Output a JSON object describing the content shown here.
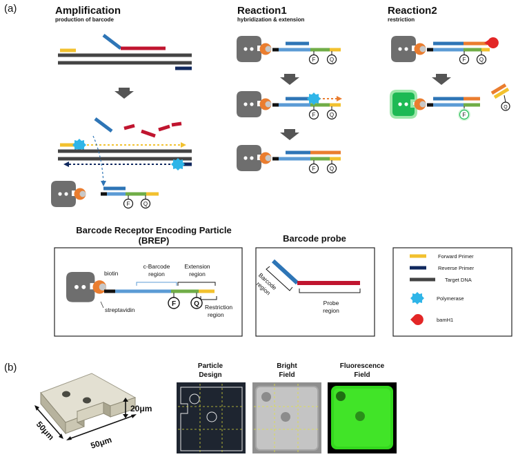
{
  "panel_labels": {
    "a": "(a)",
    "b": "(b)"
  },
  "amplification": {
    "title": "Amplification",
    "subtitle": "production of barcode"
  },
  "reaction1": {
    "title": "Reaction1",
    "subtitle": "hybridization & extension"
  },
  "reaction2": {
    "title": "Reaction2",
    "subtitle": "restriction"
  },
  "markers": {
    "fluorophore": "F",
    "quencher": "Q"
  },
  "brep": {
    "title_line1": "Barcode Receptor Encoding Particle",
    "title_line2": "(BREP)",
    "biotin": "biotin",
    "streptavidin": "streptavidin",
    "c_barcode_l1": "c-Barcode",
    "c_barcode_l2": "region",
    "extension_l1": "Extension",
    "extension_l2": "region",
    "restriction_l1": "Restriction",
    "restriction_l2": "region"
  },
  "barcode_probe": {
    "title": "Barcode probe",
    "barcode_l1": "Barcode",
    "barcode_l2": "region",
    "probe_l1": "Probe",
    "probe_l2": "region"
  },
  "legend": [
    {
      "label": "Forward Primer",
      "color": "#f2c12e"
    },
    {
      "label": "Reverse Primer",
      "color": "#10285e"
    },
    {
      "label": "Target DNA",
      "color": "#444444"
    },
    {
      "label": "Polymerase",
      "color": "#2fb5e8"
    },
    {
      "label": "bamH1",
      "color": "#e32626"
    }
  ],
  "panel_b": {
    "dim_width1": "50μm",
    "dim_width2": "50μm",
    "dim_height": "20μm",
    "col1_l1": "Particle",
    "col1_l2": "Design",
    "col2_l1": "Bright",
    "col2_l2": "Field",
    "col3_l1": "Fluorescence",
    "col3_l2": "Field"
  },
  "colors": {
    "particle": "#6e6e6e",
    "streptavidin": "#ea7d2f",
    "cbarcode": "#5b9bd5",
    "barcode": "#2e75b6",
    "extension": "#70ad47",
    "restriction": "#f2c12e",
    "probe": "#c0152f",
    "reverse_primer": "#10285e",
    "target": "#444444",
    "polymerase": "#2fb5e8",
    "bamh1": "#e32626",
    "fluorescent_green": "#1db954"
  }
}
